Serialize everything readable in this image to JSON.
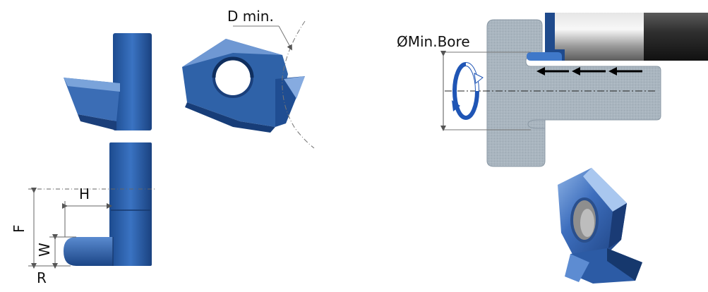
{
  "labels": {
    "d_min": "D min.",
    "min_bore": "ØMin.Bore",
    "h": "H",
    "f": "F",
    "w": "W",
    "r": "R"
  },
  "colors": {
    "insert_blue": "#2f62a8",
    "insert_dark": "#163e78",
    "insert_light": "#5a8bd0",
    "workpiece_gray": "#a7b3bd",
    "shaft_gray": "#8c8c8c",
    "arrow_blue": "#1f55b5",
    "dim_line": "#555555",
    "text": "#111111"
  },
  "icons": [
    "rotation-arrow-icon",
    "feed-arrow-icon"
  ]
}
